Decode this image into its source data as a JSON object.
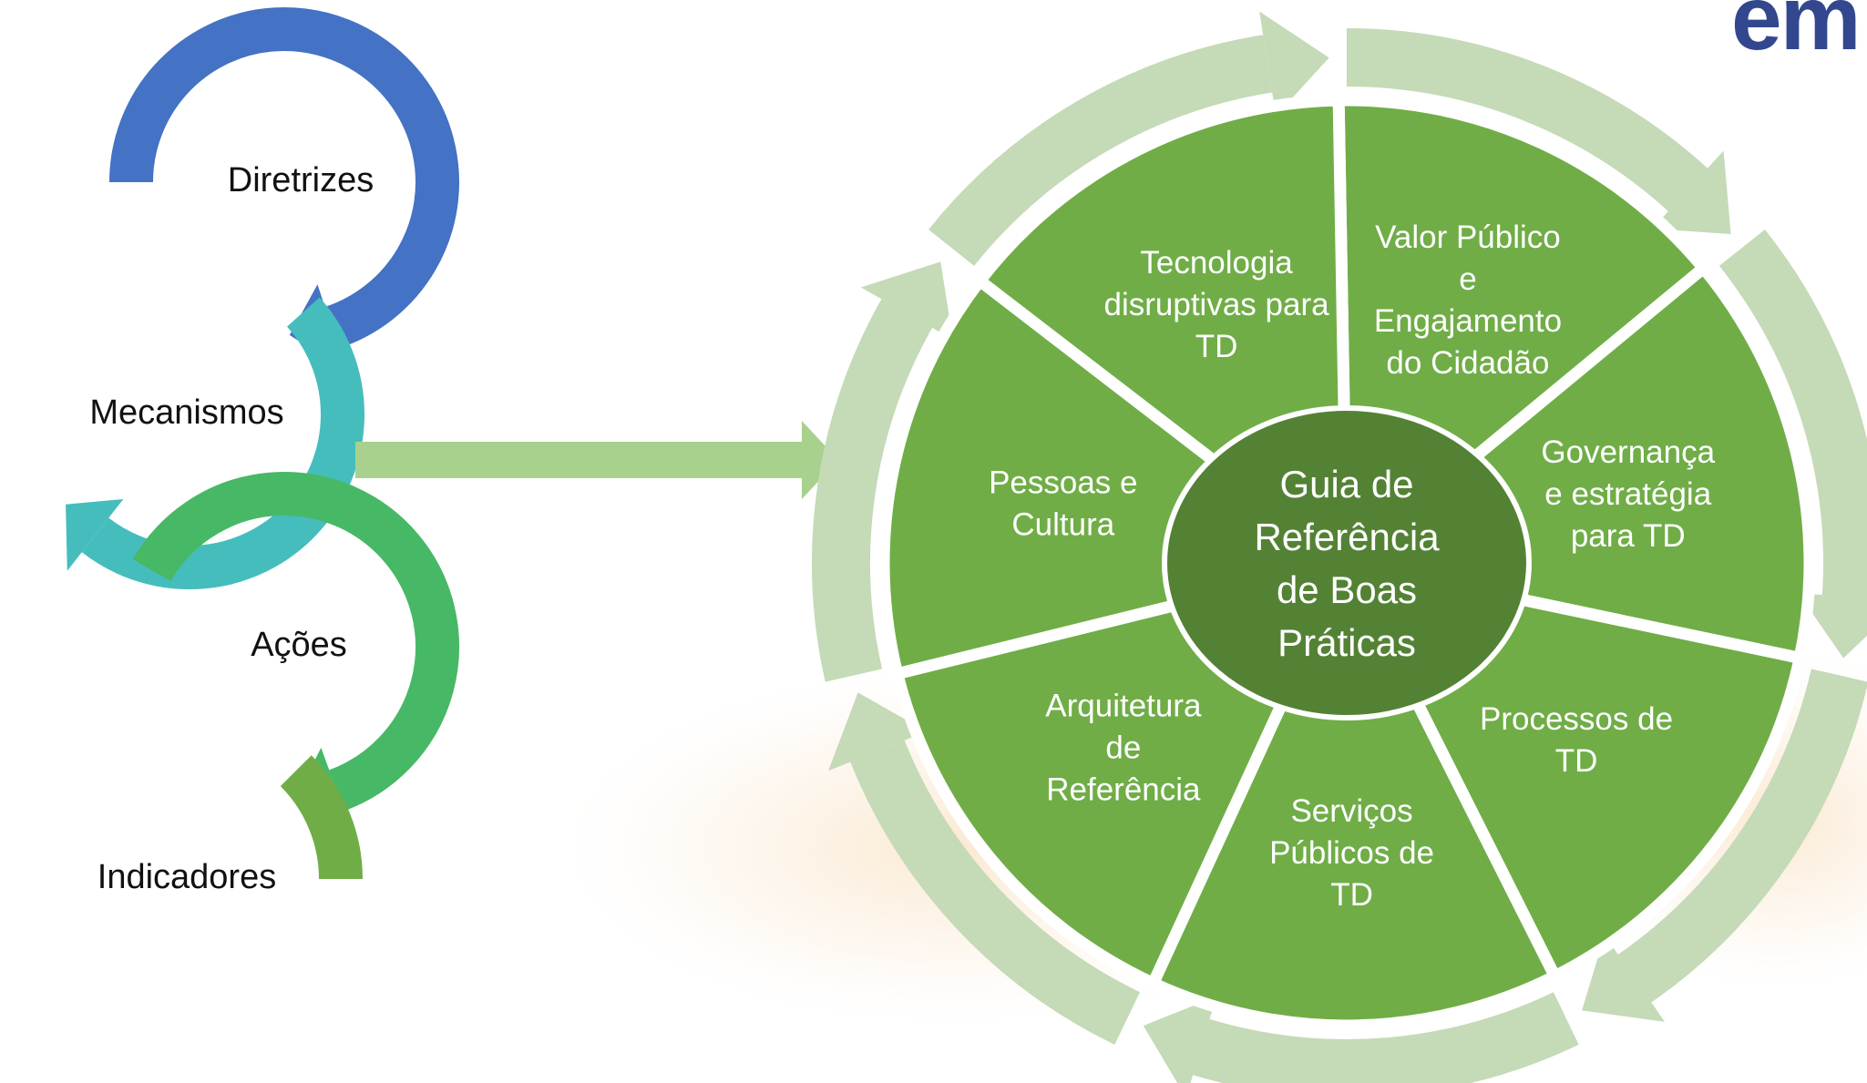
{
  "brand": {
    "text": "em",
    "color": "#33478f"
  },
  "left_cycle": {
    "steps": [
      {
        "label": "Diretrizes",
        "color": "#4472c4"
      },
      {
        "label": "Mecanismos",
        "color": "#45bdbd"
      },
      {
        "label": "Ações",
        "color": "#47b865"
      },
      {
        "label": "Indicadores",
        "color": "#70ad47"
      }
    ]
  },
  "connector": {
    "color": "#a9d18e"
  },
  "wheel": {
    "center_lines": [
      "Guia de",
      "Referência",
      "de Boas",
      "Práticas"
    ],
    "center_color": "#548235",
    "segment_color": "#70ad47",
    "ring_color": "#c5dab7",
    "segments": [
      {
        "lines": [
          "Valor Público",
          "e",
          "Engajamento",
          "do Cidadão"
        ]
      },
      {
        "lines": [
          "Governança",
          "e estratégia",
          "para TD"
        ]
      },
      {
        "lines": [
          "Processos de",
          "TD"
        ]
      },
      {
        "lines": [
          "Serviços",
          "Públicos de",
          "TD"
        ]
      },
      {
        "lines": [
          "Arquitetura",
          "de",
          "Referência"
        ]
      },
      {
        "lines": [
          "Pessoas e",
          "Cultura"
        ]
      },
      {
        "lines": [
          "Tecnologia",
          "disruptivas para",
          "TD"
        ]
      }
    ]
  }
}
